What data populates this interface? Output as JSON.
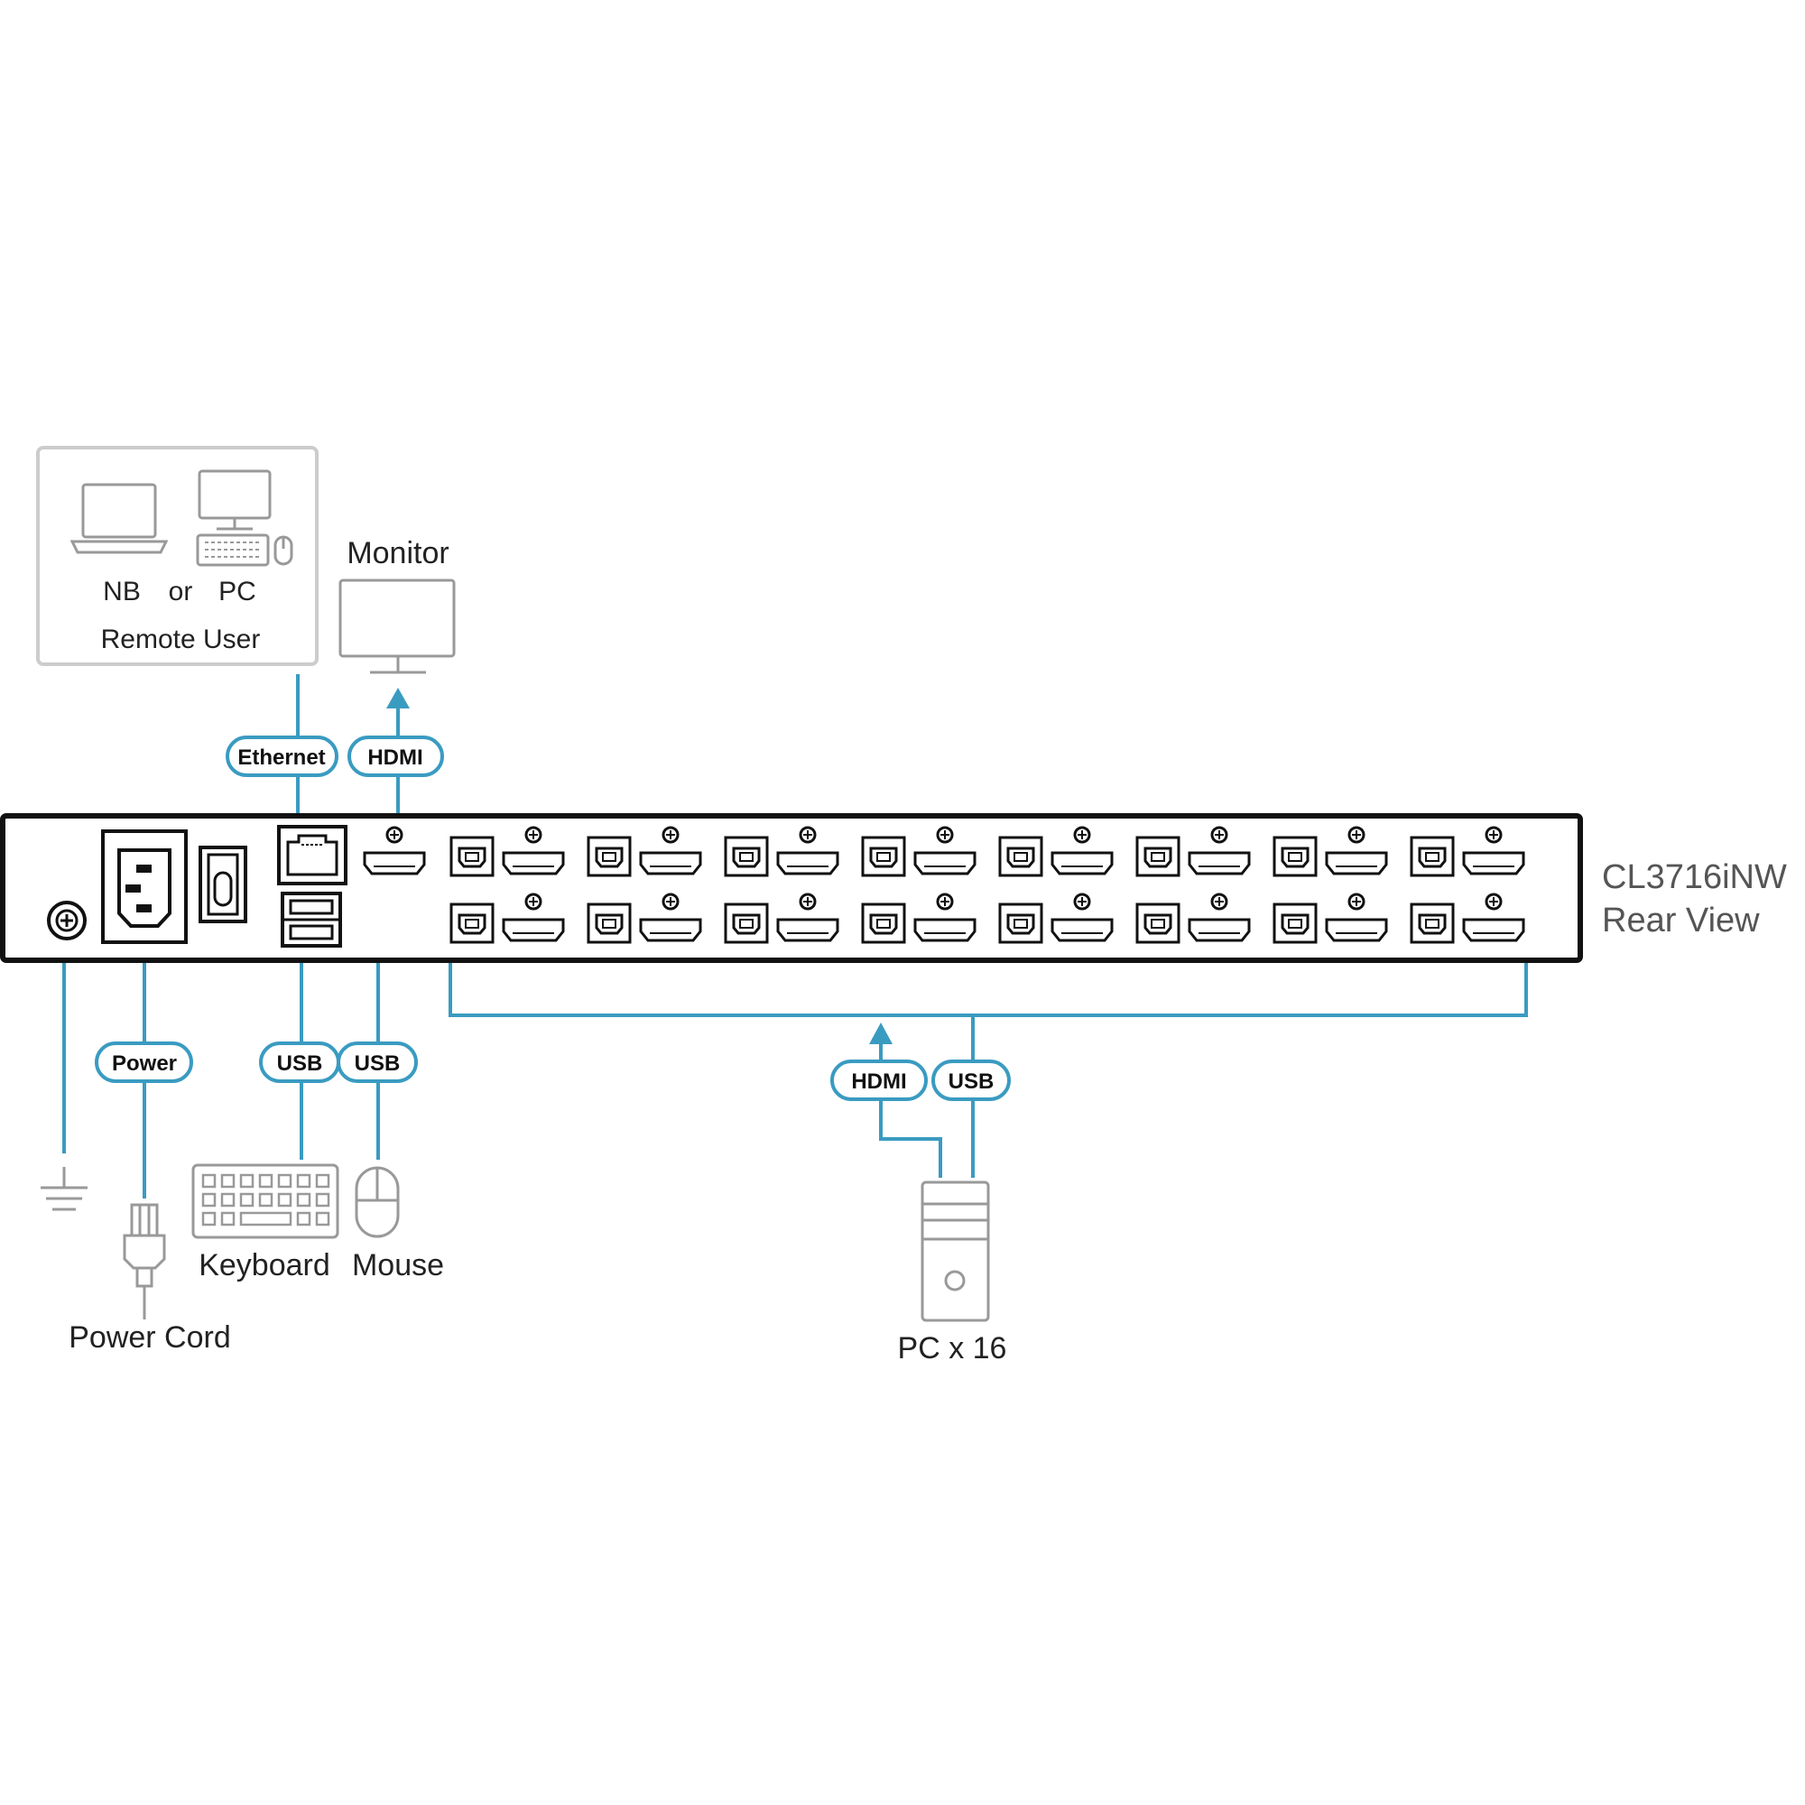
{
  "remote_box": {
    "nb_label": "NB",
    "or_label": "or",
    "pc_label": "PC",
    "title": "Remote User"
  },
  "monitor": {
    "label": "Monitor"
  },
  "device": {
    "model": "CL3716iNW",
    "view": "Rear View",
    "port_pairs_per_row": 8,
    "rows": 2
  },
  "cables": {
    "ethernet": "Ethernet",
    "hdmi_top": "HDMI",
    "power": "Power",
    "usb_keyboard": "USB",
    "usb_mouse": "USB",
    "hdmi_pc": "HDMI",
    "usb_pc": "USB"
  },
  "peripherals": {
    "power_cord": "Power Cord",
    "keyboard": "Keyboard",
    "mouse": "Mouse",
    "pc": "PC x 16"
  },
  "colors": {
    "cable": "#3a9bc1",
    "device_outline": "#111111",
    "icon_gray": "#999999"
  }
}
